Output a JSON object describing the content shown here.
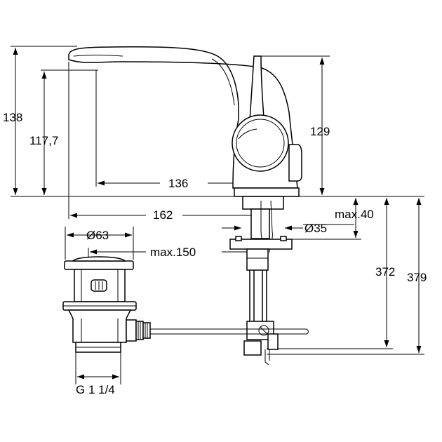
{
  "dimensions": {
    "height_total": "138",
    "height_spout": "117,7",
    "height_lever": "129",
    "reach": "136",
    "projection": "162",
    "max_deck": "max.40",
    "hole_diameter": "Ø35",
    "waste_diameter": "Ø63",
    "max_rod": "max.150",
    "length_372": "372",
    "length_379": "379",
    "waste_thread": "G 1 1/4"
  }
}
